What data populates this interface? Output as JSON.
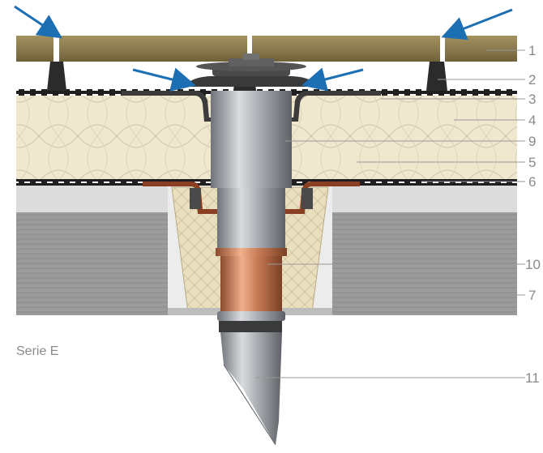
{
  "caption": "Serie E",
  "callouts": [
    {
      "label": "1"
    },
    {
      "label": "2"
    },
    {
      "label": "3"
    },
    {
      "label": "4"
    },
    {
      "label": "9"
    },
    {
      "label": "5"
    },
    {
      "label": "6"
    },
    {
      "label": "10"
    },
    {
      "label": "7"
    },
    {
      "label": "11"
    }
  ],
  "colors": {
    "deck_board": "#8b7a4f",
    "pedestal": "#2b2b2b",
    "insulation": "#efe8cf",
    "membrane": "#1f1f1f",
    "screed": "#dcdcdc",
    "concrete": "#9a9a9a",
    "mortar_fill": "#e9dfbf",
    "copper": "#c77b55",
    "steel": "#a8acb0",
    "arrow": "#1d6fb3",
    "label": "#8a8a8a",
    "leader": "#999999"
  }
}
